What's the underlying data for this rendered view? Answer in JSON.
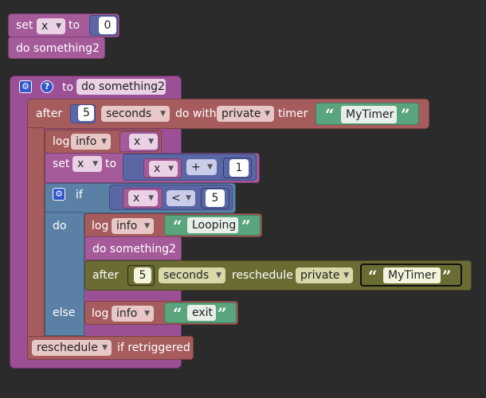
{
  "block1": {
    "set": "set",
    "var": "x",
    "to": "to",
    "value": "0"
  },
  "call1": {
    "label": "do something2"
  },
  "func": {
    "to": "to",
    "name": "do something2"
  },
  "after1": {
    "after": "after",
    "value": "5",
    "unit": "seconds",
    "do_with": "do with",
    "scope": "private",
    "timer": "timer",
    "name": "MyTimer"
  },
  "log1": {
    "log": "log",
    "level": "info",
    "var": "x"
  },
  "set2": {
    "set": "set",
    "var": "x",
    "to": "to",
    "lhs": "x",
    "op": "+",
    "rhs": "1"
  },
  "if1": {
    "if": "if",
    "do": "do",
    "else": "else",
    "lhs": "x",
    "op": "<",
    "rhs": "5"
  },
  "log2": {
    "log": "log",
    "level": "info",
    "text": "Looping"
  },
  "call2": {
    "label": "do something2"
  },
  "after2": {
    "after": "after",
    "value": "5",
    "unit": "seconds",
    "reschedule": "reschedule",
    "scope": "private",
    "name": "MyTimer"
  },
  "log3": {
    "log": "log",
    "level": "info",
    "text": "exit"
  },
  "resched": {
    "mode": "reschedule",
    "suffix": "if retriggered"
  },
  "colors": {
    "background": "#2b2b2b",
    "variables": "#a55b99",
    "timers": "#a65c5c",
    "logic": "#5b80a5",
    "math": "#5b67a5",
    "text": "#5ba57e",
    "highlight": "#6b6b34"
  },
  "icons": {
    "gear": "gear-icon",
    "help": "help-icon"
  }
}
